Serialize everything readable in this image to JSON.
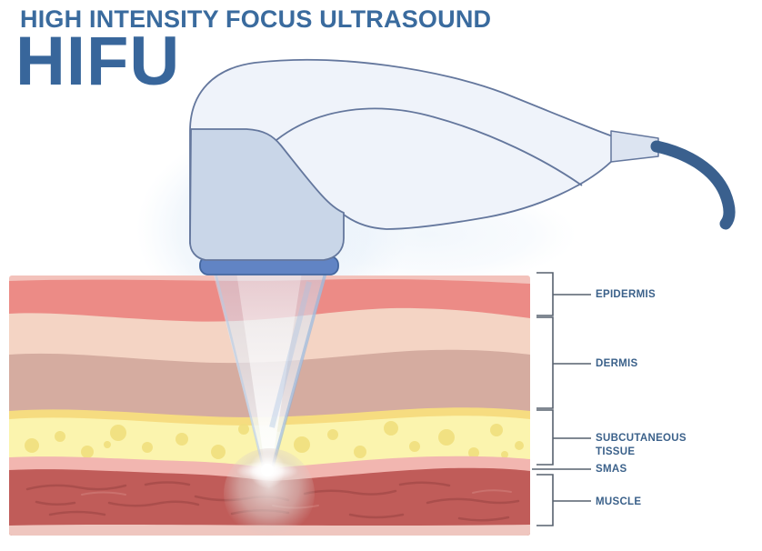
{
  "header": {
    "subtitle": "HIGH INTENSITY FOCUS ULTRASOUND",
    "acronym": "HIFU"
  },
  "skin_layers": [
    {
      "id": "epidermis",
      "label": "EPIDERMIS"
    },
    {
      "id": "dermis",
      "label": "DERMIS"
    },
    {
      "id": "subcutaneous",
      "label": "SUBCUTANEOUS TISSUE"
    },
    {
      "id": "smas",
      "label": "SMAS"
    },
    {
      "id": "muscle",
      "label": "MUSCLE"
    }
  ],
  "illustration": {
    "device_icon": "ultrasound-handpiece-icon",
    "beam_icon": "focused-ultrasound-beam-icon"
  },
  "colors": {
    "title_blue": "#3a6b9e",
    "label_blue": "#3b618a",
    "device_body": "#eff3fa",
    "device_head": "#c9d6e8",
    "device_tip": "#6184c4",
    "device_outline": "#64779d",
    "cable_blue": "#3a608e",
    "skin_top_strip": "#f3c2bb",
    "epidermis": "#ec8b86",
    "dermis_upper": "#f4d4c4",
    "dermis_lower": "#d5aca0",
    "subcutaneous_edge": "#f6dc80",
    "subcutaneous": "#fbf4ae",
    "fat_cell": "#f1df7e",
    "smas": "#f2b6b0",
    "muscle": "#c05c59",
    "muscle_streak": "#a74c4a",
    "bracket_gray": "#57616e"
  }
}
